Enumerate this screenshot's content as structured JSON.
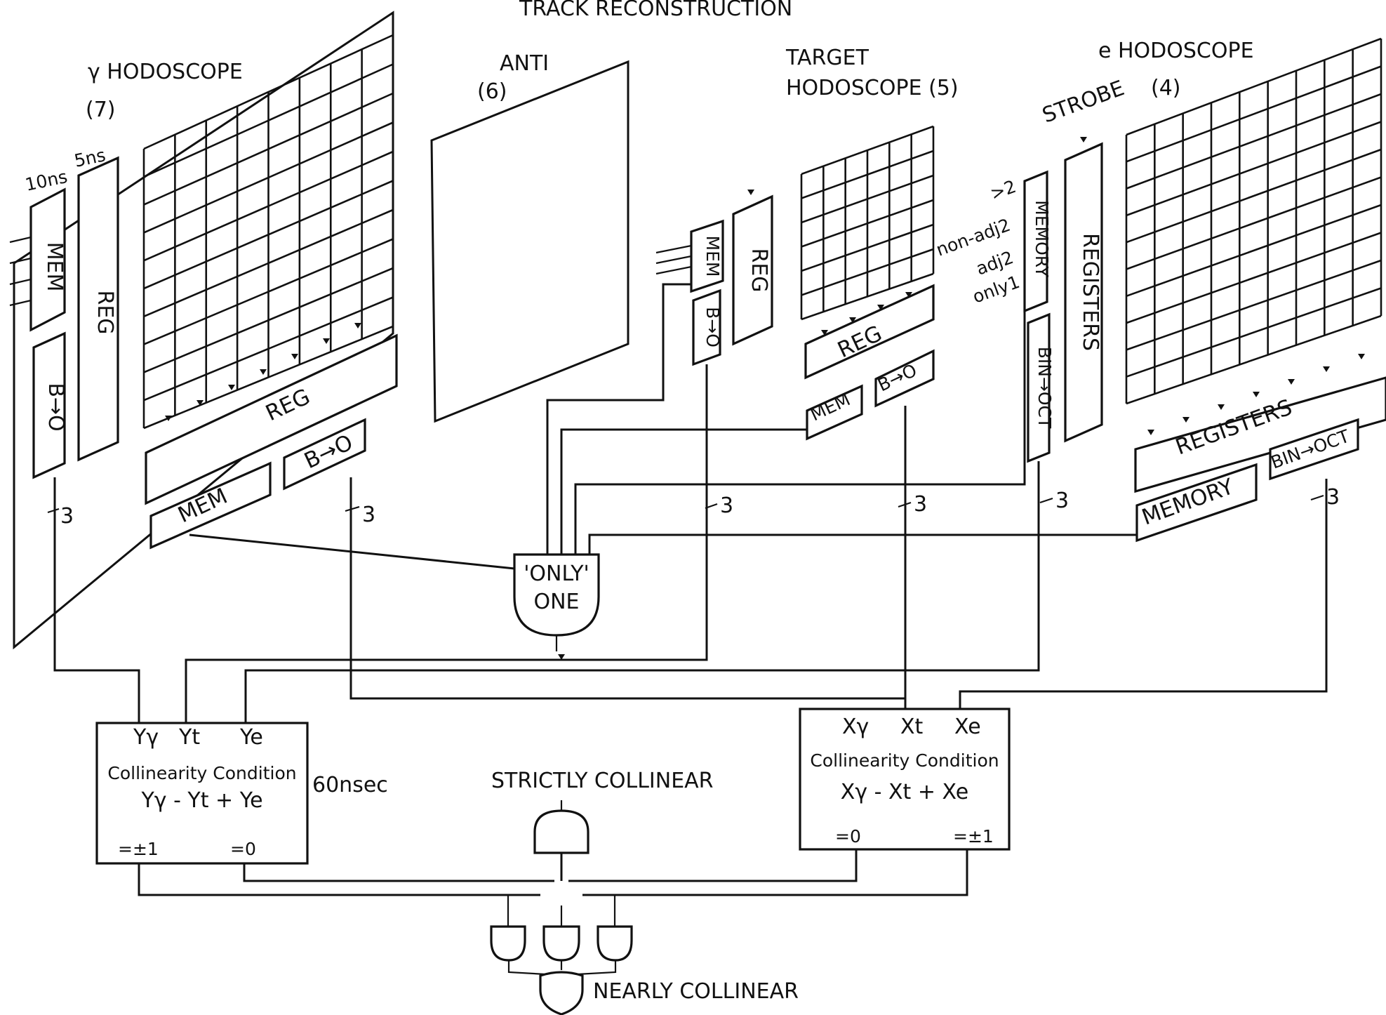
{
  "title": "TRACK RECONSTRUCTION",
  "gamma_hodoscope": {
    "title": "γ HODOSCOPE",
    "number": "(7)",
    "mem_timing": "10ns",
    "reg_timing": "5ns",
    "mem_label": "MEM",
    "reg_label": "REG",
    "b_to_o_label": "B→O",
    "bottom_reg_label": "REG",
    "bottom_mem_label": "MEM",
    "bottom_b_to_o_label": "B→O",
    "bus_width_1": "3",
    "bus_width_2": "3"
  },
  "anti": {
    "title": "ANTI",
    "number": "(6)"
  },
  "target_hodoscope": {
    "title_line1": "TARGET",
    "title_line2": "HODOSCOPE (5)",
    "mem_label": "MEM",
    "reg_label": "REG",
    "b_to_o_label": "B→O",
    "bottom_reg_label": "REG",
    "bottom_mem_label": "MEM",
    "bottom_b_to_o_label": "B→O",
    "outputs": [
      ">2",
      "non-adj2",
      "adj2",
      "only1"
    ],
    "bus_width_1": "3",
    "bus_width_2": "3"
  },
  "e_hodoscope": {
    "title": "e HODOSCOPE",
    "number": "(4)",
    "strobe_label": "STROBE",
    "memory_label": "MEMORY",
    "bin_oct_label": "BIN→OCT",
    "registers_vertical_label": "REGISTERS",
    "bottom_registers_label": "REGISTERS",
    "bottom_memory_label": "MEMORY",
    "bottom_bin_oct_label": "BIN→OCT",
    "bus_width_1": "3",
    "bus_width_2": "3"
  },
  "only_one_gate": {
    "line1": "'ONLY'",
    "line2": "ONE"
  },
  "y_box": {
    "inputs": [
      "Yγ",
      "Yt",
      "Ye"
    ],
    "title": "Collinearity Condition",
    "formula": "Yγ - Yt + Ye",
    "out_left": "=±1",
    "out_right": "=0",
    "timing": "60nsec"
  },
  "x_box": {
    "inputs": [
      "Xγ",
      "Xt",
      "Xe"
    ],
    "title": "Collinearity Condition",
    "formula": "Xγ - Xt + Xe",
    "out_left": "=0",
    "out_right": "=±1"
  },
  "outputs": {
    "strictly": "STRICTLY COLLINEAR",
    "nearly": "NEARLY COLLINEAR"
  }
}
